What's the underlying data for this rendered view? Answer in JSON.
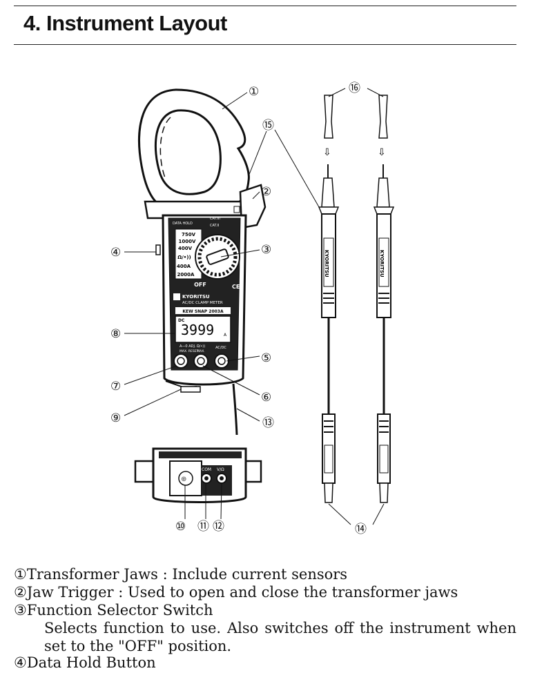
{
  "heading": "4. Instrument Layout",
  "callouts": [
    "①",
    "②",
    "③",
    "④",
    "⑤",
    "⑥",
    "⑦",
    "⑧",
    "⑨",
    "⑩",
    "⑪",
    "⑫",
    "⑬",
    "⑭",
    "⑮",
    "⑯"
  ],
  "meter": {
    "labels": {
      "data_hold": "DATA HOLD",
      "range_750v": "750V",
      "range_1000v": "1000V",
      "range_400v": "400V",
      "range_ohm": "Ω/•))",
      "range_400a": "400A",
      "range_2000a": "2000A",
      "off": "OFF",
      "ce": "CE",
      "brand": "KYORITSU",
      "product": "AC/DC CLAMP METER",
      "model": "KEW SNAP 2003A",
      "display_mode": "DC",
      "display_value": "3999",
      "display_unit": "A",
      "btn_zero": "A—0 ADJ.",
      "btn_zero_sub": "MAX. RESET",
      "btn_ohm": "Ω/•))",
      "btn_ohm_sub": "MAX.",
      "btn_acdc": "AC/DC",
      "cat_ii": "CAT.II",
      "cat_iii": "CAT.III",
      "terminal_com": "COM",
      "terminal_vohm": "V/Ω",
      "probe_brand": "KYORITSU"
    }
  },
  "legend": [
    {
      "num": "①",
      "text": "Transformer Jaws : Include current sensors"
    },
    {
      "num": "②",
      "text": "Jaw Trigger : Used to open and close the transformer jaws"
    },
    {
      "num": "③",
      "text": "Function Selector Switch"
    }
  ],
  "legend_3_desc": "Selects function to use. Also switches off the instrument when set to the \"OFF\" position.",
  "legend_4": {
    "num": "④",
    "text": "Data Hold Button"
  }
}
